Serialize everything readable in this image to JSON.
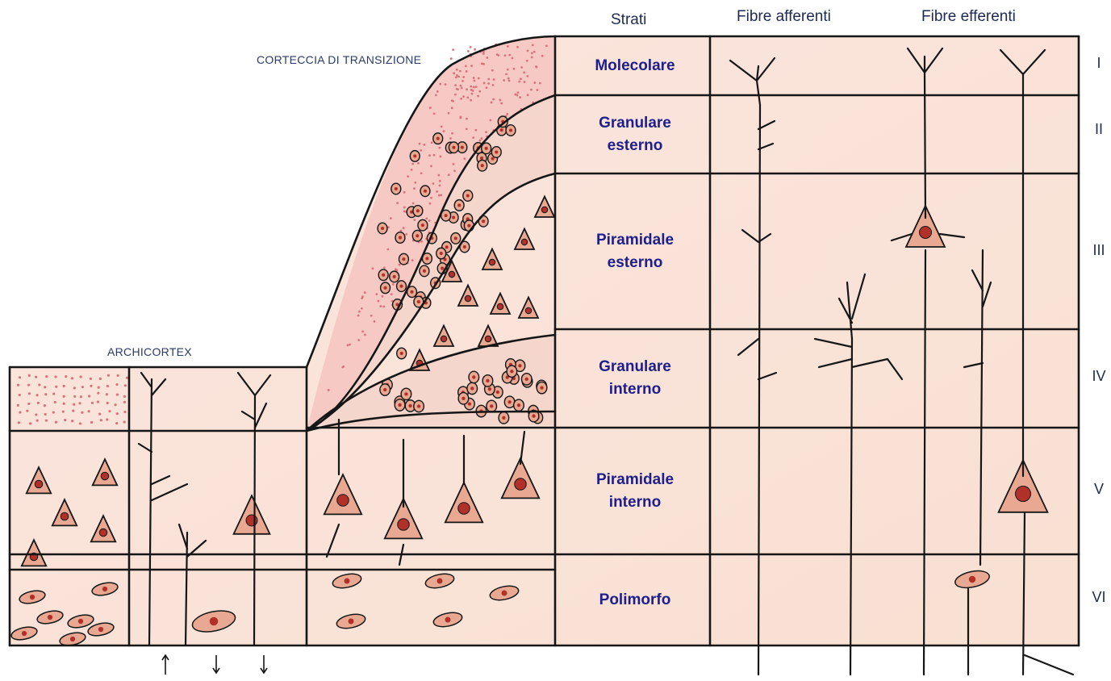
{
  "headers": {
    "strati": "Strati",
    "fibre_afferenti": "Fibre afferenti",
    "fibre_efferenti": "Fibre efferenti"
  },
  "regions": {
    "transition": "CORTECCIA DI TRANSIZIONE",
    "archicortex": "ARCHICORTEX"
  },
  "layers": [
    {
      "line1": "Molecolare",
      "line2": "",
      "roman": "I"
    },
    {
      "line1": "Granulare",
      "line2": "esterno",
      "roman": "II"
    },
    {
      "line1": "Piramidale",
      "line2": "esterno",
      "roman": "III"
    },
    {
      "line1": "Granulare",
      "line2": "interno",
      "roman": "IV"
    },
    {
      "line1": "Piramidale",
      "line2": "interno",
      "roman": "V"
    },
    {
      "line1": "Polimorfo",
      "line2": "",
      "roman": "VI"
    }
  ],
  "colors": {
    "paper": "#fbe6df",
    "ink": "#161616",
    "cell_fill": "#e9a892",
    "nucleus": "#b0302a",
    "dots": "#d9747a",
    "label_blue": "#1e1e8c"
  }
}
